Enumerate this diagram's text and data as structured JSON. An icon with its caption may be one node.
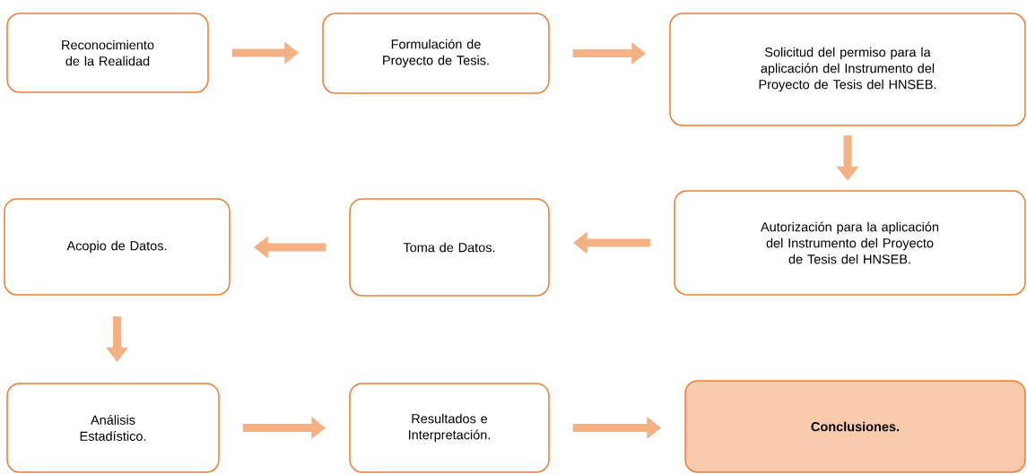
{
  "diagram": {
    "nodes": [
      {
        "text": [
          "Reconocimiento de la Realidad"
        ]
      },
      {
        "text": [
          "Formulación de Proyecto de Tesis."
        ]
      },
      {
        "text": [
          "Solicitud del permiso para la aplicación del Instrumento del Proyecto de Tesis del HNSEB."
        ]
      },
      {
        "text": [
          "Autorización para la aplicación del Instrumento del Proyecto de Tesis del HNSEB."
        ]
      },
      {
        "text": [
          "Toma de Datos."
        ]
      },
      {
        "text": [
          "Acopio de Datos."
        ]
      },
      {
        "text": [
          "Análisis Estadístico."
        ]
      },
      {
        "text": [
          "Resultados e Interpretación."
        ]
      },
      {
        "text": [
          "Conclusiones."
        ]
      }
    ],
    "edges": [
      {
        "from": 0,
        "to": 1,
        "arrow": "to"
      },
      {
        "from": 1,
        "to": 2,
        "arrow": "to"
      },
      {
        "from": 2,
        "to": 3,
        "arrow": "to"
      },
      {
        "from": 3,
        "to": 4,
        "arrow": "to"
      },
      {
        "from": 4,
        "to": 5,
        "arrow": "to"
      },
      {
        "from": 5,
        "to": 6,
        "arrow": "to"
      },
      {
        "from": 6,
        "to": 7,
        "arrow": "to"
      },
      {
        "from": 7,
        "to": 8,
        "arrow": "to"
      }
    ]
  }
}
